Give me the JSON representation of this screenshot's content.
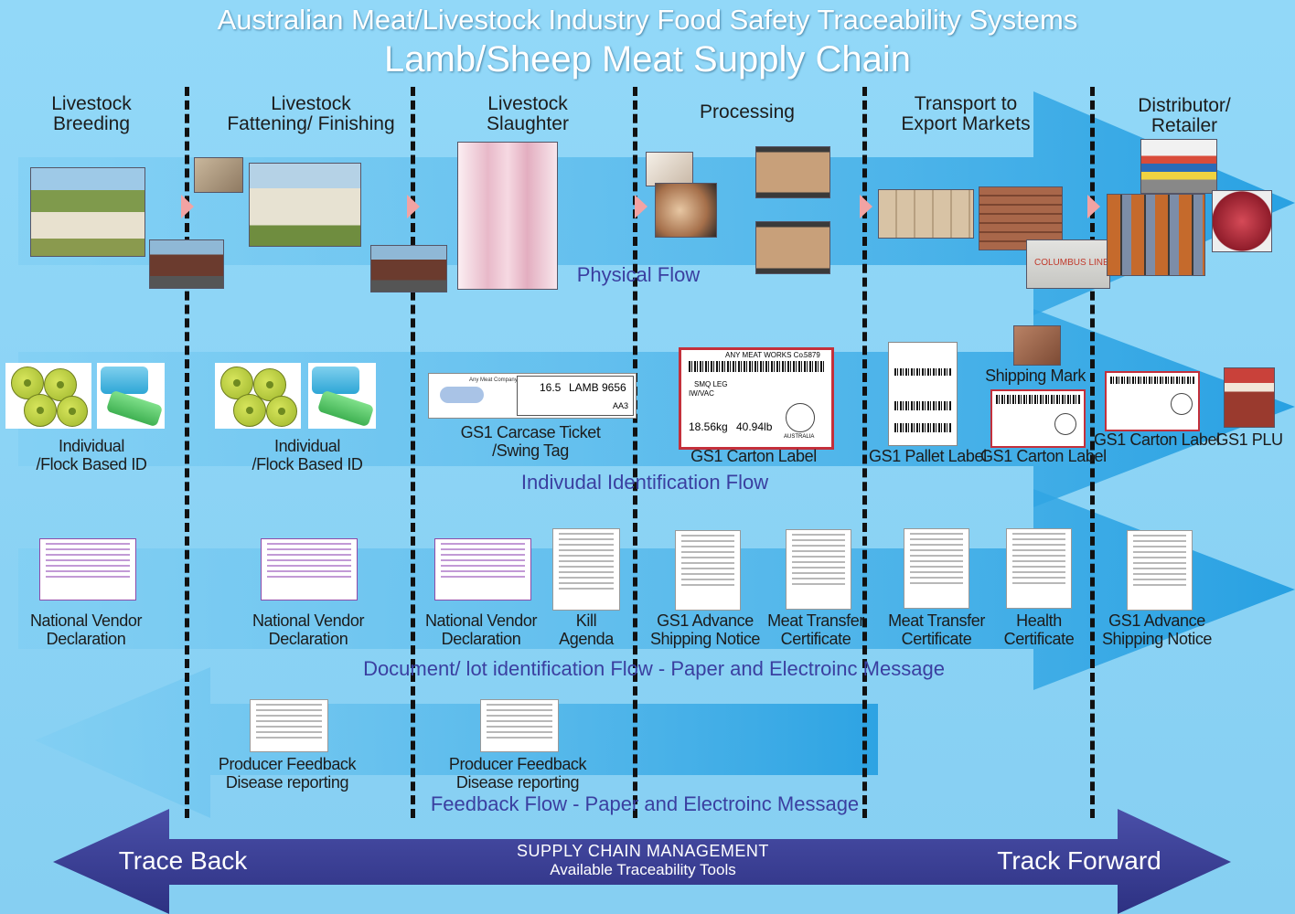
{
  "header": {
    "title": "Australian Meat/Livestock Industry Food Safety Traceability Systems",
    "subtitle": "Lamb/Sheep Meat Supply Chain"
  },
  "stages": [
    {
      "line1": "Livestock",
      "line2": "Breeding"
    },
    {
      "line1": "Livestock",
      "line2": "Fattening/ Finishing"
    },
    {
      "line1": "Livestock",
      "line2": "Slaughter"
    },
    {
      "line1": "Processing",
      "line2": ""
    },
    {
      "line1": "Transport to",
      "line2": "Export Markets"
    },
    {
      "line1": "Distributor/",
      "line2": "Retailer"
    }
  ],
  "flows": {
    "physical": "Physical Flow",
    "identification": "Indivudal Identification Flow",
    "document": "Document/ lot identification Flow - Paper and Electroinc Message",
    "feedback": "Feedback Flow - Paper and Electroinc Message"
  },
  "id_labels": {
    "id1_l1": "Individual",
    "id1_l2": "/Flock Based ID",
    "id2_l1": "Individual",
    "id2_l2": "/Flock Based ID",
    "carcase_l1": "GS1 Carcase Ticket",
    "carcase_l2": "/Swing Tag",
    "carton1": "GS1 Carton Label",
    "pallet": "GS1 Pallet Label",
    "shipping_mark": "Shipping Mark",
    "carton2": "GS1 Carton Label",
    "carton3": "GS1 Carton Label",
    "plu": "GS1 PLU"
  },
  "doc_labels": {
    "nvd1_l1": "National Vendor",
    "nvd1_l2": "Declaration",
    "nvd2_l1": "National Vendor",
    "nvd2_l2": "Declaration",
    "nvd3_l1": "National Vendor",
    "nvd3_l2": "Declaration",
    "kill_l1": "Kill",
    "kill_l2": "Agenda",
    "asn1_l1": "GS1 Advance",
    "asn1_l2": "Shipping Notice",
    "mtc1_l1": "Meat Transfer",
    "mtc1_l2": "Certificate",
    "mtc2_l1": "Meat Transfer",
    "mtc2_l2": "Certificate",
    "health_l1": "Health",
    "health_l2": "Certificate",
    "asn2_l1": "GS1 Advance",
    "asn2_l2": "Shipping Notice"
  },
  "feedback_labels": {
    "fb1_l1": "Producer Feedback",
    "fb1_l2": "Disease reporting",
    "fb2_l1": "Producer Feedback",
    "fb2_l2": "Disease reporting"
  },
  "bottom": {
    "trace_back": "Trace Back",
    "track_forward": "Track Forward",
    "scm_l1": "SUPPLY CHAIN MANAGEMENT",
    "scm_l2": "Available Traceability Tools"
  },
  "carcase_ticket": {
    "company": "Any Meat Company",
    "weight": "16.5",
    "type": "LAMB",
    "body_no": "9656",
    "grade": "AA3"
  },
  "carton_label": {
    "company": "ANY MEAT WORKS Co.",
    "no": "5879",
    "product": "SMQ LEG",
    "pack": "IW/VAC",
    "weight_kg": "18.56kg",
    "weight_lb": "40.94lb",
    "country": "AUSTRALIA"
  },
  "container_text": "COLUMBUS LINE",
  "colors": {
    "background": "#8fd6f6",
    "band": "#2fa8e6",
    "bottom_arrow": "#3b3f95",
    "flow_text": "#3a3fa0",
    "chevron": "#f2a3a3"
  }
}
